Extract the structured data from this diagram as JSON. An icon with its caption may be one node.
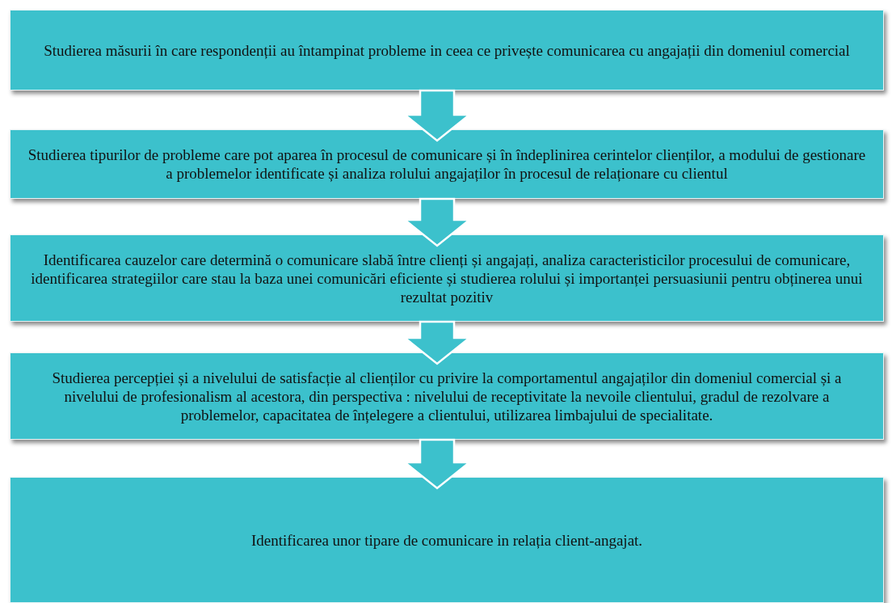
{
  "diagram": {
    "nodes": [
      {
        "text": [
          "Studierea măsurii în care respondenții au întampinat probleme in ceea ce privește comunicarea cu angajații din domeniul comercial"
        ]
      },
      {
        "text": [
          "Studierea tipurilor de probleme care pot aparea în procesul de comunicare și în îndeplinirea cerintelor clienților, a modului de gestionare a problemelor identificate și analiza rolului angajaților în procesul de relaționare cu clientul"
        ]
      },
      {
        "text": [
          "Identificarea cauzelor care determină o comunicare slabă între clienți și angajați, analiza caracteristicilor procesului de comunicare, identificarea strategiilor care stau la baza unei comunicări eficiente și studierea rolului și importanței persuasiunii pentru obținerea unui rezultat pozitiv"
        ]
      },
      {
        "text": [
          "Studierea percepției și a nivelului de satisfacție al clienților cu privire la comportamentul angajaților din domeniul comercial și a nivelului de profesionalism al acestora, din perspectiva : nivelului de receptivitate la nevoile clientului, gradul de rezolvare a problemelor, capacitatea de înțelegere a clientului, utilizarea limbajului de specialitate."
        ]
      },
      {
        "text": [
          "Identificarea unor tipare de comunicare in relația client-angajat."
        ]
      }
    ],
    "edges": [
      {
        "from": 0,
        "to": 1,
        "arrow": "to"
      },
      {
        "from": 1,
        "to": 2,
        "arrow": "to"
      },
      {
        "from": 2,
        "to": 3,
        "arrow": "to"
      },
      {
        "from": 3,
        "to": 4,
        "arrow": "to"
      }
    ]
  }
}
